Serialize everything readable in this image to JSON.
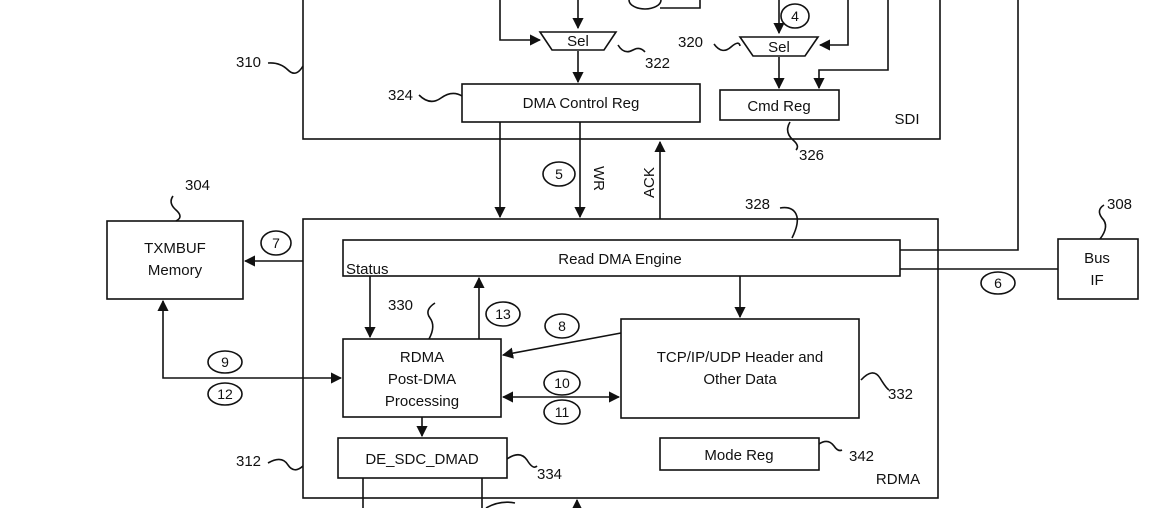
{
  "blocks": {
    "sdi": "SDI",
    "rdma": "RDMA",
    "sel_left": "Sel",
    "sel_right": "Sel",
    "dma_control_reg": "DMA Control Reg",
    "cmd_reg": "Cmd Reg",
    "txmbuf_line1": "TXMBUF",
    "txmbuf_line2": "Memory",
    "read_dma_engine": "Read DMA Engine",
    "status": "Status",
    "bus_if_line1": "Bus",
    "bus_if_line2": "IF",
    "rdma_post_line1": "RDMA",
    "rdma_post_line2": "Post-DMA",
    "rdma_post_line3": "Processing",
    "tcp_line1": "TCP/IP/UDP Header and",
    "tcp_line2": "Other Data",
    "de_sdc_dmad": "DE_SDC_DMAD",
    "mode_reg": "Mode Reg"
  },
  "signals": {
    "wr": "WR",
    "ack": "ACK"
  },
  "steps": {
    "s4": "4",
    "s5": "5",
    "s6": "6",
    "s7": "7",
    "s8": "8",
    "s9": "9",
    "s10": "10",
    "s11": "11",
    "s12": "12",
    "s13": "13"
  },
  "refs": {
    "r304": "304",
    "r308": "308",
    "r310": "310",
    "r312": "312",
    "r320": "320",
    "r322": "322",
    "r324": "324",
    "r326": "326",
    "r328": "328",
    "r330": "330",
    "r332": "332",
    "r334": "334",
    "r342": "342"
  }
}
